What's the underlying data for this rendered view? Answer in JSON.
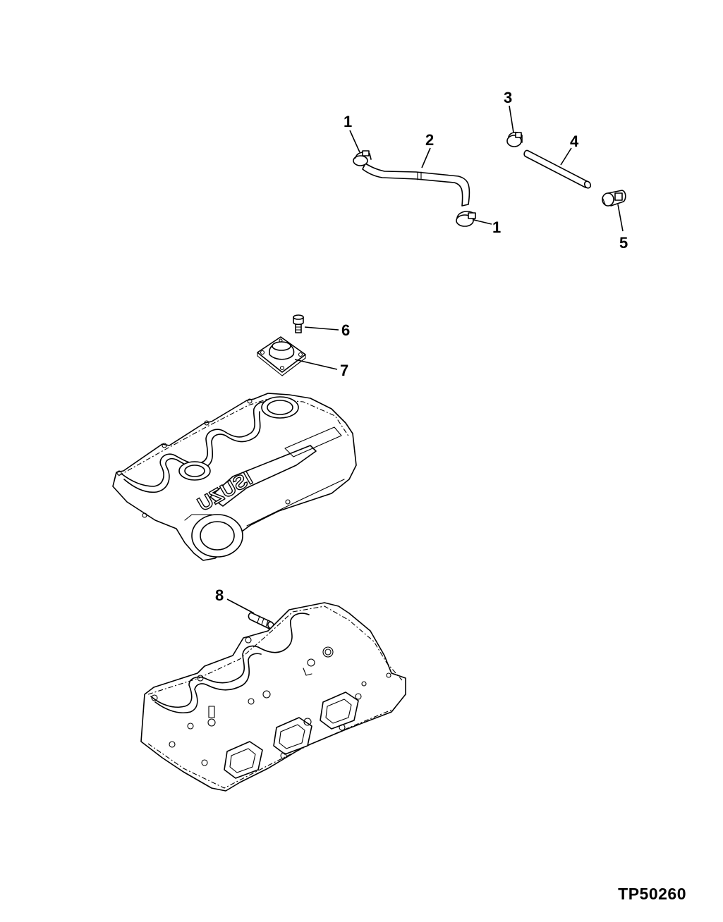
{
  "drawing": {
    "code": "TP50260",
    "brand_text": "ISUZU"
  },
  "callouts": [
    {
      "id": "callout-1a",
      "number": "1",
      "part": "hose-clamp"
    },
    {
      "id": "callout-1b",
      "number": "1",
      "part": "hose-clamp"
    },
    {
      "id": "callout-2",
      "number": "2",
      "part": "breather-hose"
    },
    {
      "id": "callout-3",
      "number": "3",
      "part": "hose-clamp"
    },
    {
      "id": "callout-4",
      "number": "4",
      "part": "breather-tube"
    },
    {
      "id": "callout-5",
      "number": "5",
      "part": "hose-clamp"
    },
    {
      "id": "callout-6",
      "number": "6",
      "part": "cap-screw"
    },
    {
      "id": "callout-7",
      "number": "7",
      "part": "oil-filler-cover"
    },
    {
      "id": "callout-8",
      "number": "8",
      "part": "stud"
    }
  ]
}
